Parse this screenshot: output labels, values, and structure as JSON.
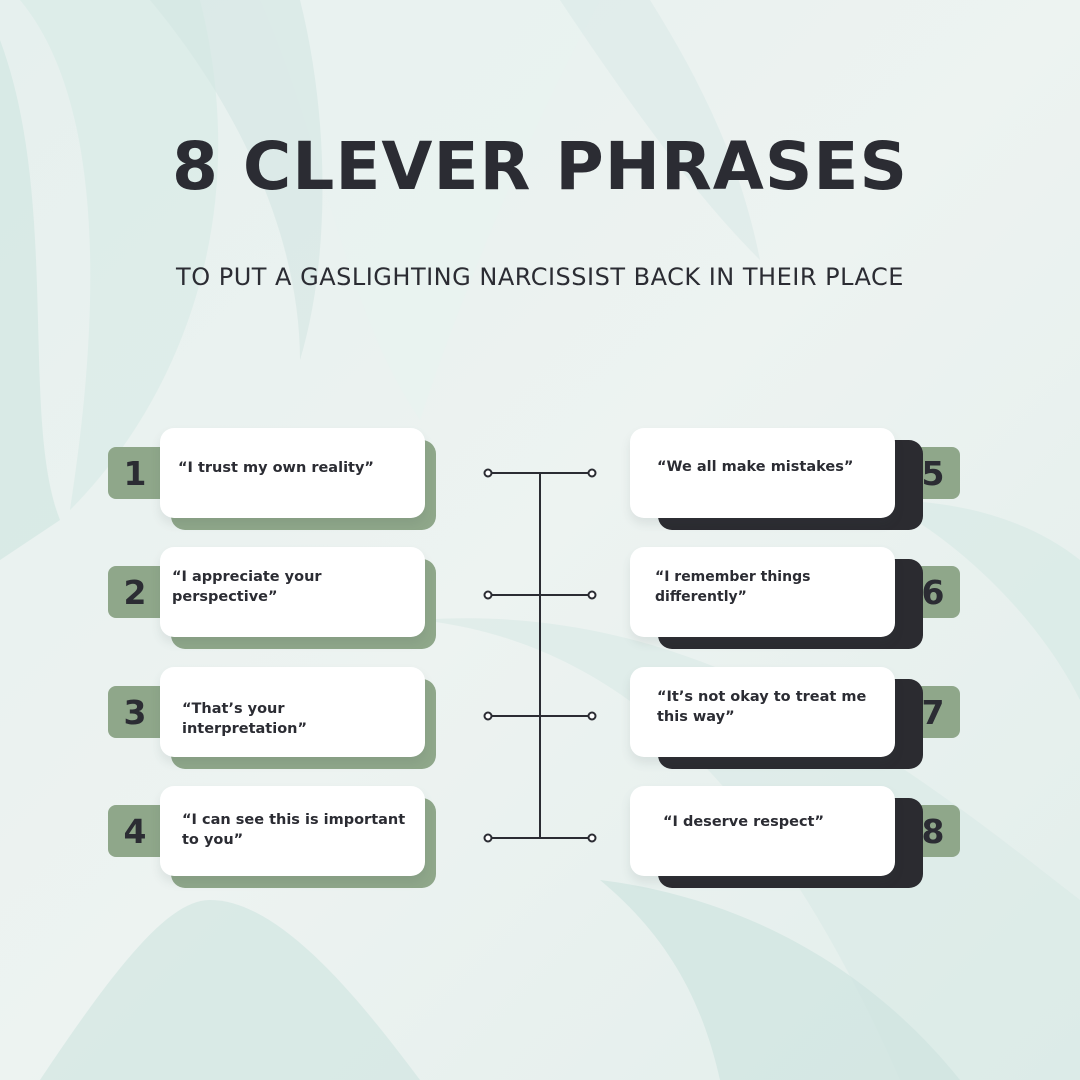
{
  "title": "8 CLEVER PHRASES",
  "subtitle": "TO PUT A GASLIGHTING NARCISSIST BACK IN THEIR PLACE",
  "colors": {
    "text_dark": "#2b2c33",
    "accent_green": "#8fa78a",
    "accent_dark": "#2b2b30",
    "card_white": "#ffffff",
    "background": "#e4efec"
  },
  "phrases_left": [
    {
      "number": "1",
      "text": "“I trust my own reality”"
    },
    {
      "number": "2",
      "text": "“I appreciate your perspective”"
    },
    {
      "number": "3",
      "text": "“That’s your interpretation”"
    },
    {
      "number": "4",
      "text": "“I can see this is important to you”"
    }
  ],
  "phrases_right": [
    {
      "number": "5",
      "text": "“We all make mistakes”"
    },
    {
      "number": "6",
      "text": "“I remember things differently”"
    },
    {
      "number": "7",
      "text": "“It’s not okay to treat me this way”"
    },
    {
      "number": "8",
      "text": "“I deserve respect”"
    }
  ]
}
